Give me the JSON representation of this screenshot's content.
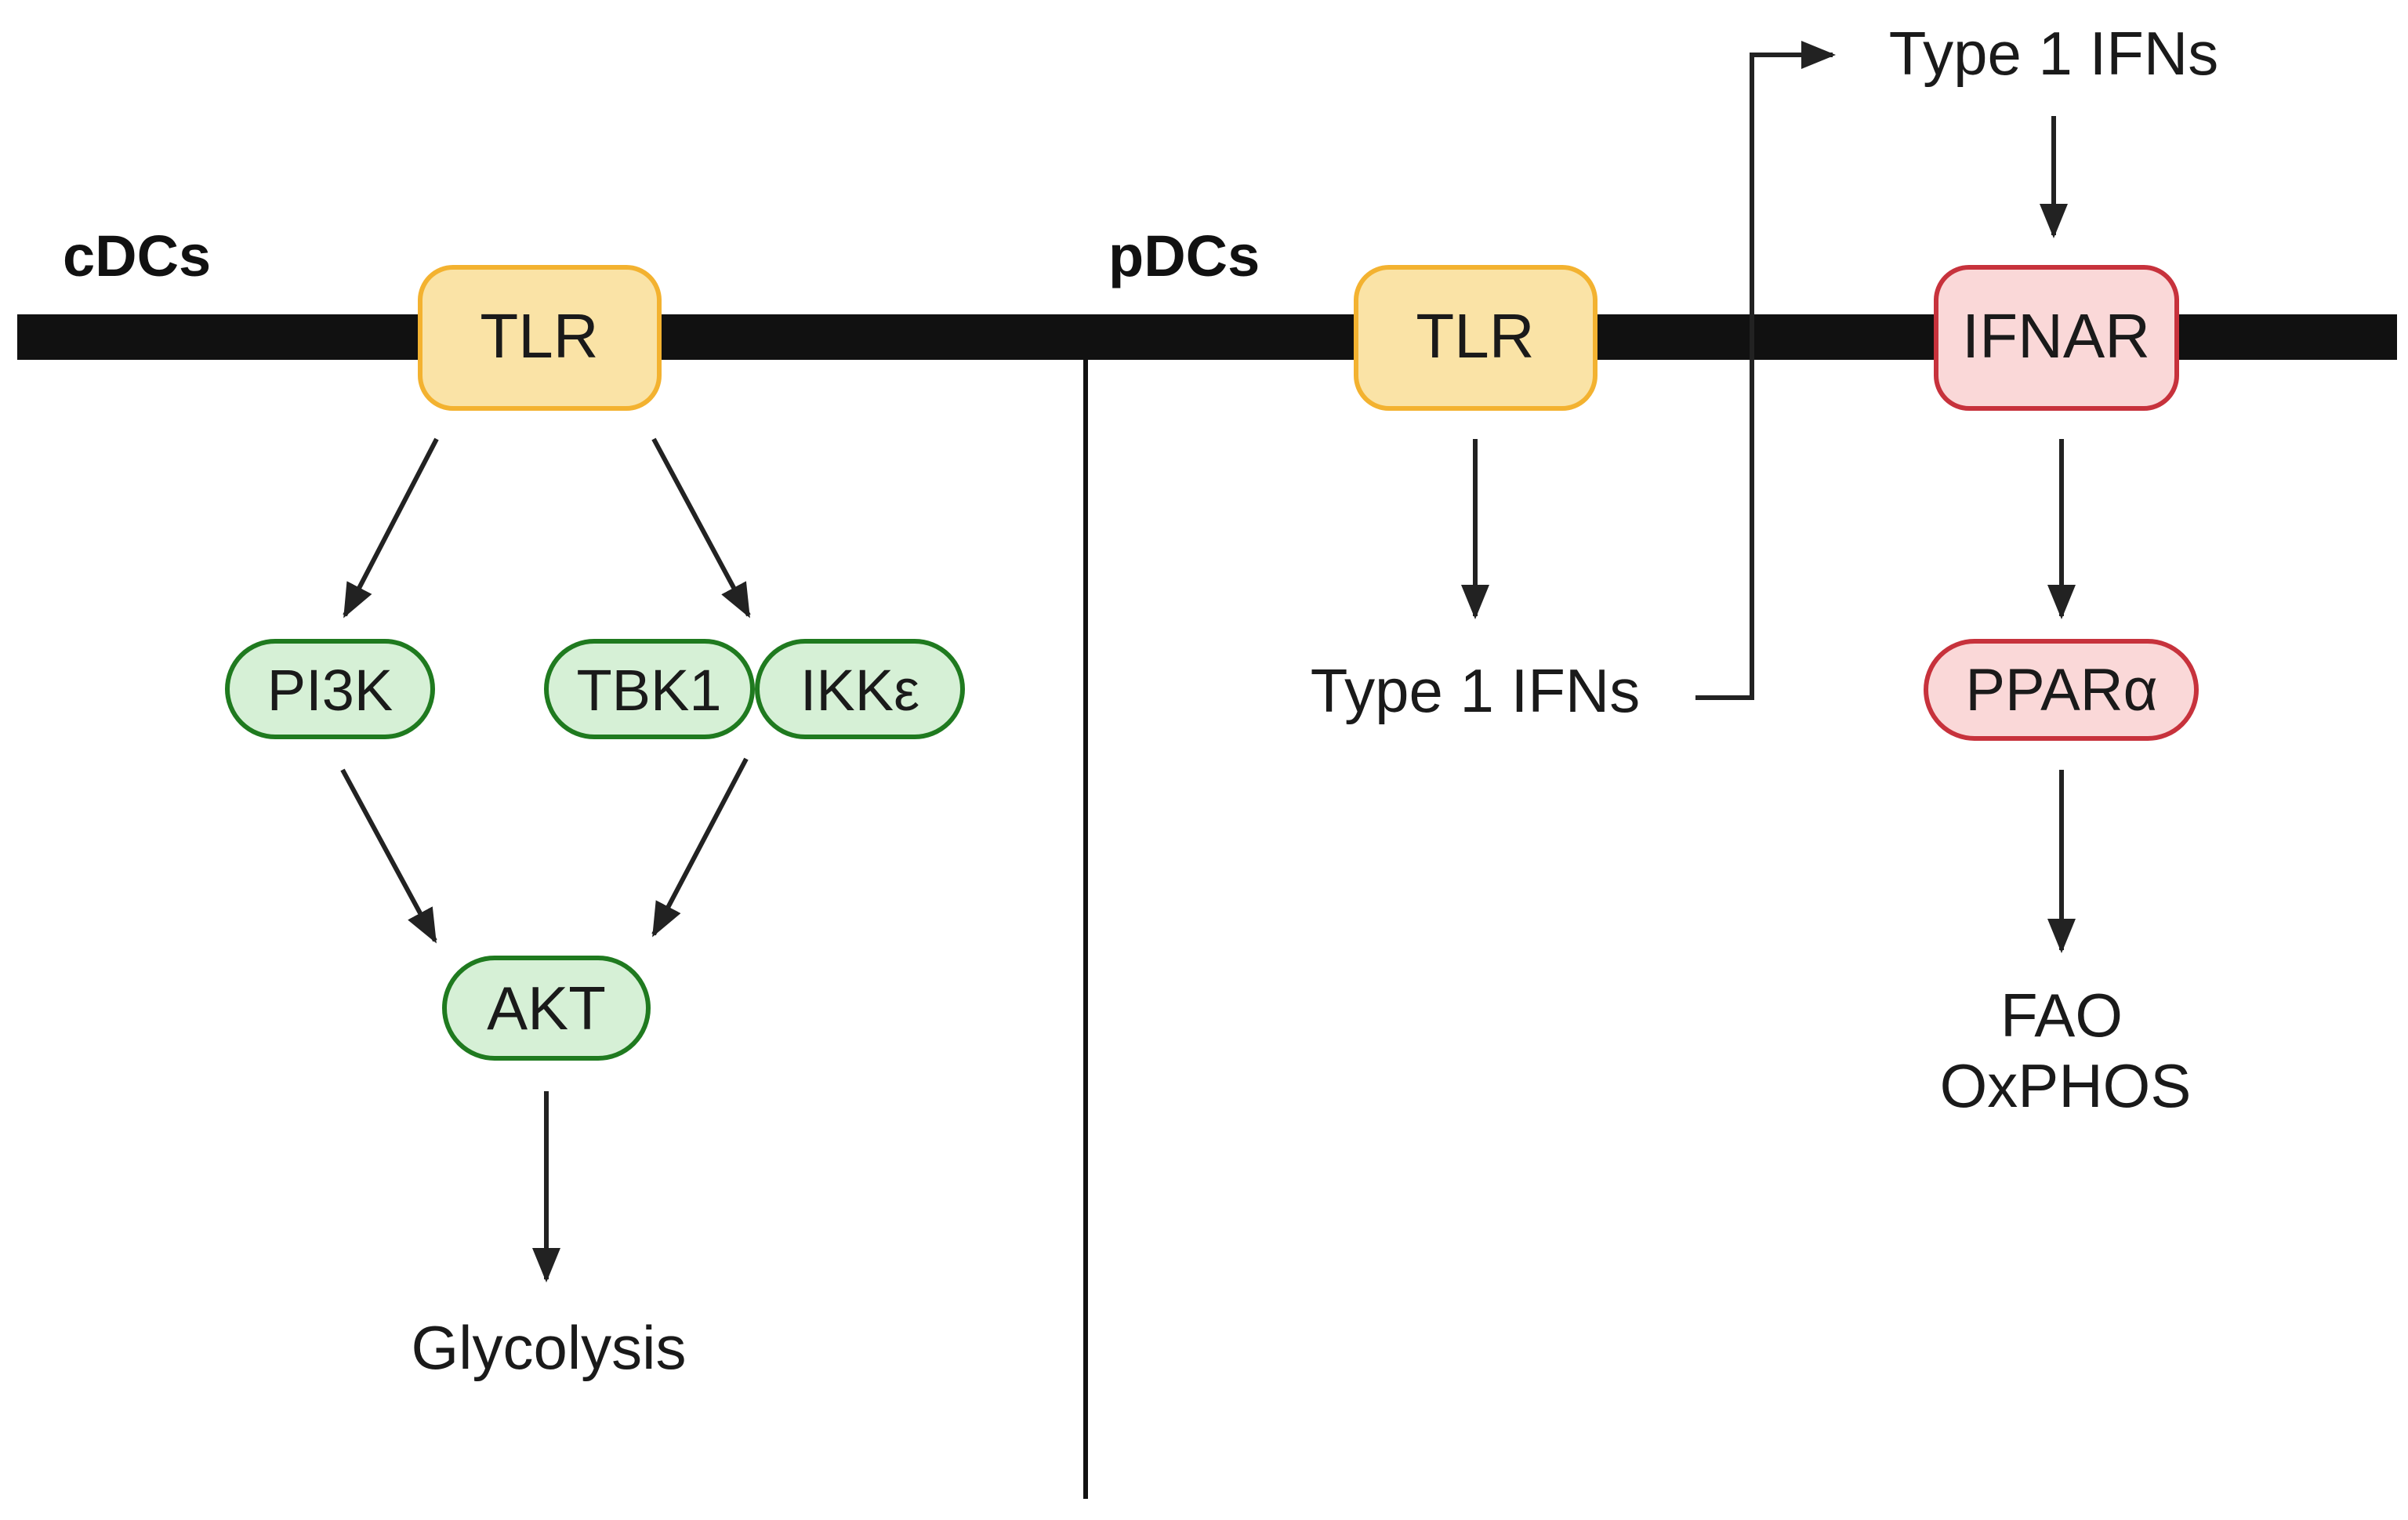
{
  "sections": {
    "left_label": "cDCs",
    "right_label": "pDCs"
  },
  "nodes": {
    "tlr_cdc": "TLR",
    "pi3k": "PI3K",
    "tbk1": "TBK1",
    "ikke": "IKKε",
    "akt": "AKT",
    "tlr_pdc": "TLR",
    "ifnar": "IFNAR",
    "ppara": "PPARα"
  },
  "labels": {
    "glycolysis": "Glycolysis",
    "type1_ifns_lower": "Type 1 IFNs",
    "type1_ifns_upper": "Type 1 IFNs",
    "fao": "FAO",
    "oxphos": "OxPHOS"
  },
  "colors": {
    "membrane": "#111111",
    "arrow": "#222222",
    "tlr_fill": "#fae3a6",
    "tlr_stroke": "#f3b230",
    "green_fill": "#d6f0d6",
    "green_stroke": "#1f7a1f",
    "red_fill": "#fad8d8",
    "red_stroke": "#c7323c",
    "text": "#1a1a1a"
  }
}
